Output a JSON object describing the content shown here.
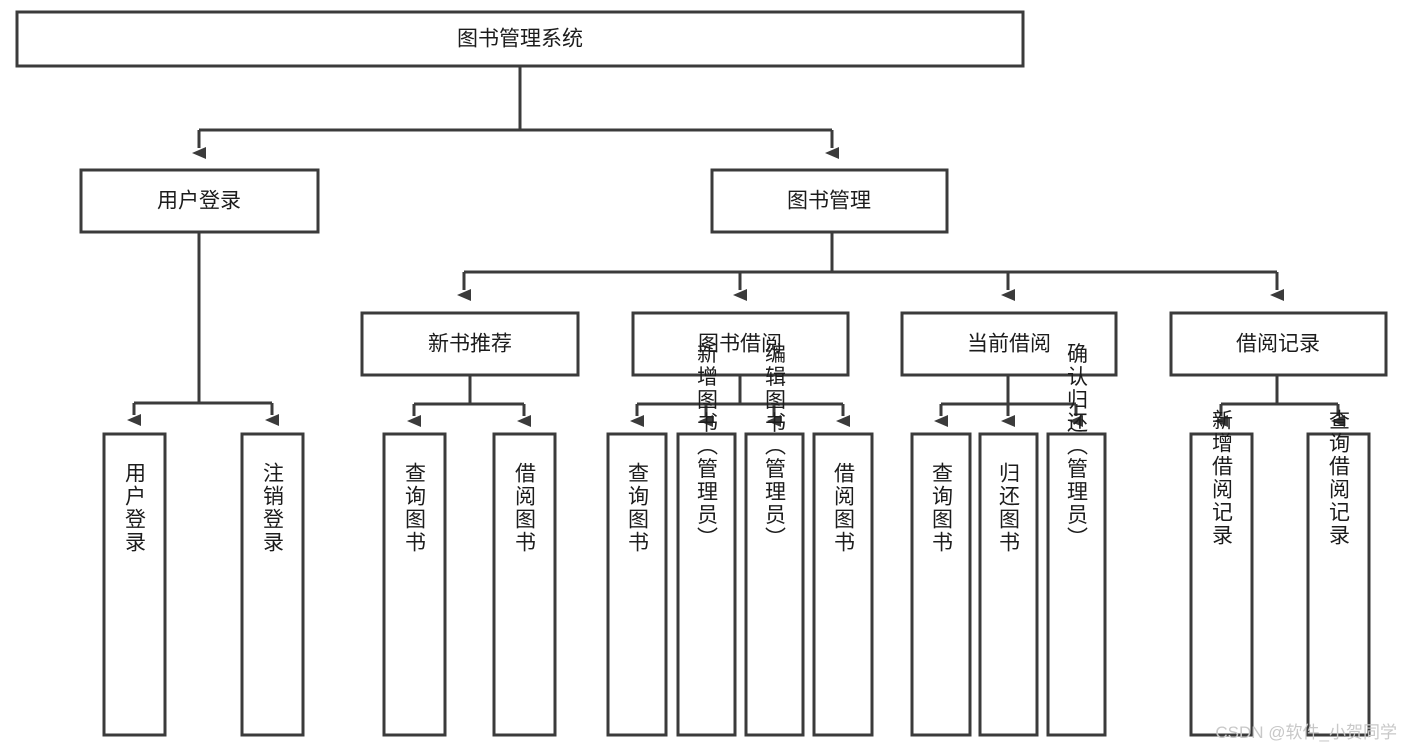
{
  "diagram": {
    "title": "图书管理系统",
    "type": "tree-hierarchy",
    "orientation": "top-down",
    "root": {
      "label": "图书管理系统"
    },
    "level2": [
      {
        "label": "用户登录"
      },
      {
        "label": "图书管理"
      }
    ],
    "level3": [
      {
        "label": "新书推荐"
      },
      {
        "label": "图书借阅"
      },
      {
        "label": "当前借阅"
      },
      {
        "label": "借阅记录"
      }
    ],
    "leaves": {
      "user_login": [
        {
          "label": "用户登录"
        },
        {
          "label": "注销登录"
        }
      ],
      "new_book_recommend": [
        {
          "label": "查询图书"
        },
        {
          "label": "借阅图书"
        }
      ],
      "book_borrow": [
        {
          "label": "查询图书"
        },
        {
          "label": "新增图书（管理员）"
        },
        {
          "label": "编辑图书（管理员）"
        },
        {
          "label": "借阅图书"
        }
      ],
      "current_borrow": [
        {
          "label": "查询图书"
        },
        {
          "label": "归还图书"
        },
        {
          "label": "确认归还（管理员）"
        }
      ],
      "borrow_record": [
        {
          "label": "新增借阅记录"
        },
        {
          "label": "查询借阅记录"
        }
      ]
    }
  },
  "watermark": {
    "text": "CSDN @软件_小贺同学"
  },
  "colors": {
    "background": "#ffffff",
    "stroke": "#3b3b3b",
    "text": "#1c1c1c",
    "watermark": "#c8c8c8"
  }
}
